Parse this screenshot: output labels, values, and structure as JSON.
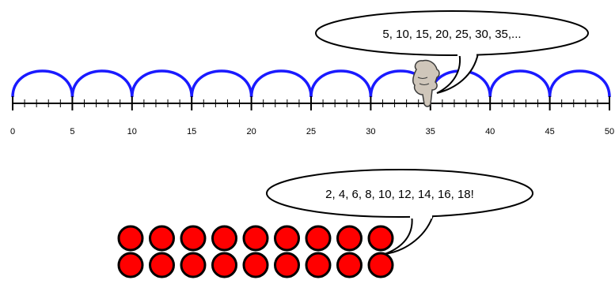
{
  "number_line": {
    "min": 0,
    "max": 50,
    "minor_step": 1,
    "major_step": 5,
    "labels": [
      "0",
      "5",
      "10",
      "15",
      "20",
      "25",
      "30",
      "35",
      "40",
      "45",
      "50"
    ],
    "jump_size": 5,
    "jump_count": 10,
    "jump_color": "#1a1aff",
    "pointer_at": 35
  },
  "skip_count_5_bubble": {
    "text": "5, 10, 15, 20, 25, 30, 35,..."
  },
  "dot_array": {
    "rows": 2,
    "columns": 9,
    "dot_color": "#ff0000",
    "outline_color": "#000000"
  },
  "skip_count_2_bubble": {
    "text": "2, 4, 6, 8, 10, 12, 14, 16, 18!"
  },
  "icons": {
    "pointer": "pointing-hand-icon"
  }
}
